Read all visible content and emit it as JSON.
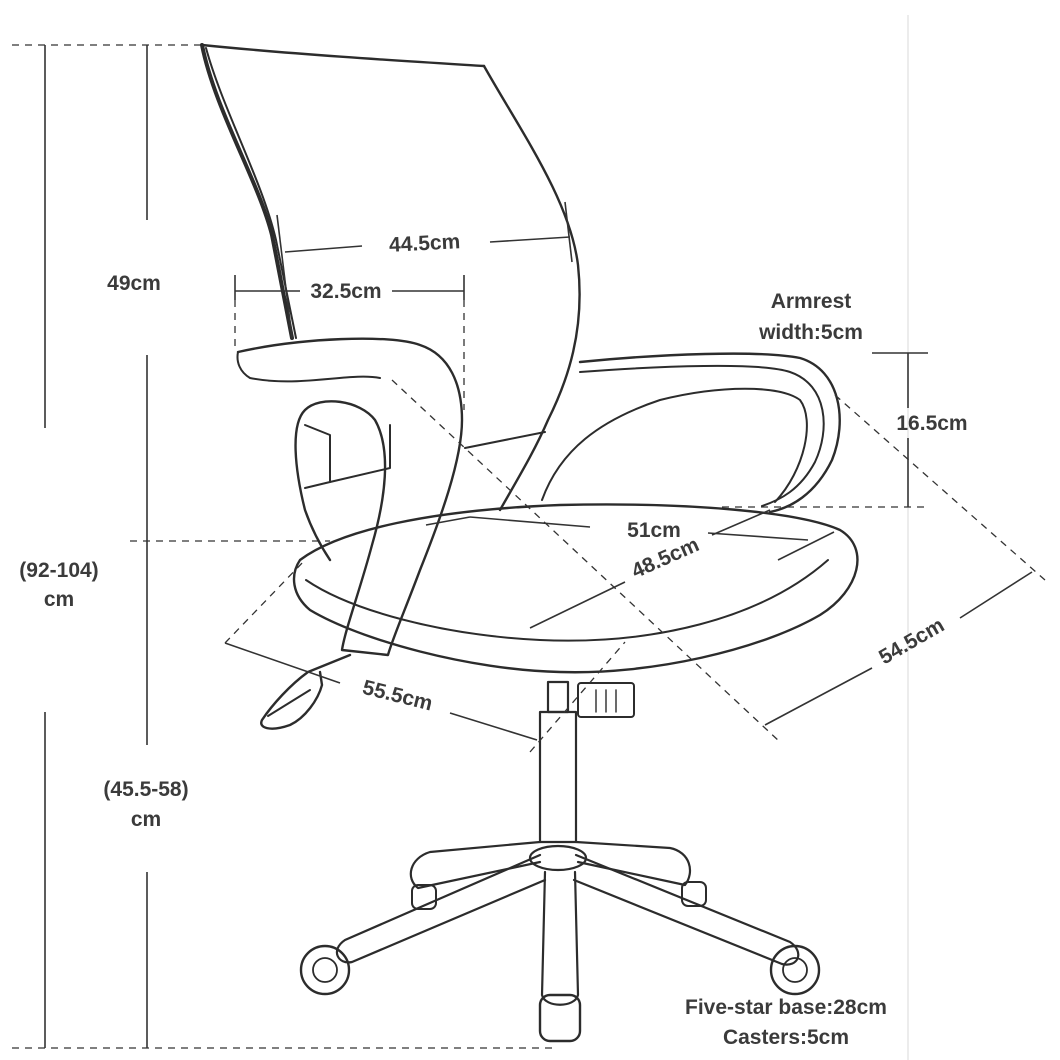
{
  "labels": {
    "back_height": "49cm",
    "back_width": "44.5cm",
    "back_inner_width": "32.5cm",
    "armrest_title": "Armrest",
    "armrest_width": "width:5cm",
    "arm_height": "16.5cm",
    "seat_width": "51cm",
    "seat_depth": "48.5cm",
    "overall_height_1": "(92-104)",
    "overall_height_2": "cm",
    "front_depth": "55.5cm",
    "side_depth": "54.5cm",
    "seat_height_1": "(45.5-58)",
    "seat_height_2": "cm",
    "base": "Five-star base:28cm",
    "casters": "Casters:5cm"
  },
  "colors": {
    "line": "#2c2c2c",
    "text": "#3b3b3b",
    "background": "#ffffff"
  }
}
